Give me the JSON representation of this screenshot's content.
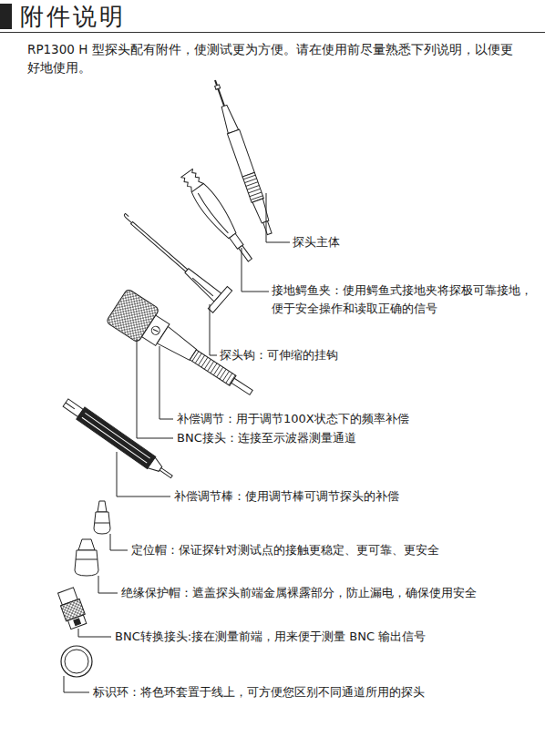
{
  "diagram": {
    "title": "附件说明",
    "labels": [
      "RP1300 H 型探头配有附件，使测试更为方便。请在使用前尽量熟悉下列说明，以便更好地使用。",
      "探头主体",
      "接地鳄鱼夹：使用鳄鱼式接地夹将探极可靠接地，便于安全操作和读取正确的信号",
      "探头钩：可伸缩的挂钩",
      "补偿调节：用于调节100X状态下的频率补偿",
      "BNC接头：连接至示波器测量通道",
      "补偿调节棒：使用调节棒可调节探头的补偿",
      "定位帽：保证探针对测试点的接触更稳定、更可靠、更安全",
      "绝缘保护帽：遮盖探头前端金属裸露部分，防止漏电，确保使用安全",
      "BNC转换接头:接在测量前端，用来便于测量 BNC 输出信号",
      "标识环：将色环套置于线上，可方便您区别不同通道所用的探头"
    ]
  }
}
